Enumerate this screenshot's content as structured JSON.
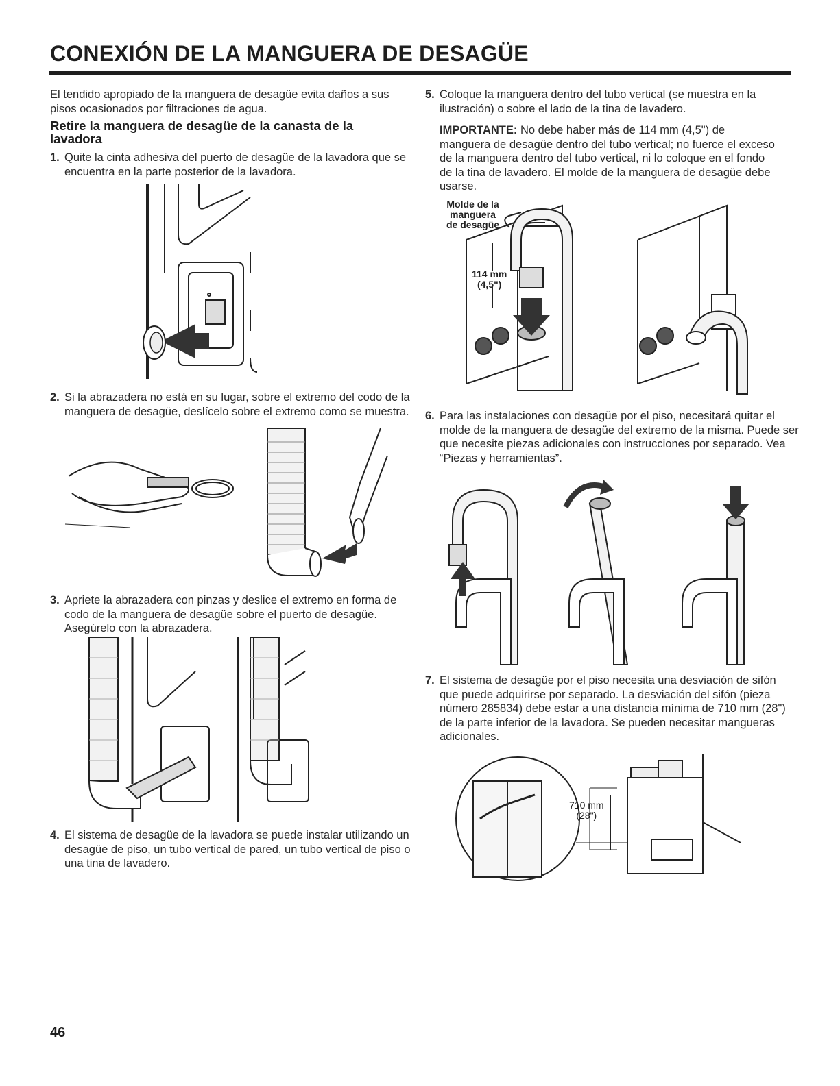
{
  "page": {
    "title": "CONEXIÓN DE LA MANGUERA DE DESAGÜE",
    "page_number": "46"
  },
  "left": {
    "intro": "El tendido apropiado de la manguera de desagüe evita daños a sus pisos ocasionados por filtraciones de agua.",
    "subheading": "Retire la manguera de desagüe de la canasta de la lavadora",
    "steps": [
      {
        "num": "1.",
        "text": "Quite la cinta adhesiva del puerto de desagüe de la lavadora que se encuentra en la parte posterior de la lavadora."
      },
      {
        "num": "2.",
        "text": "Si la abrazadera no está en su lugar, sobre el extremo del codo de la manguera de desagüe, deslícelo sobre el extremo como se muestra."
      },
      {
        "num": "3.",
        "text": "Apriete la abrazadera con pinzas y deslice el extremo en forma de codo de la manguera de desagüe sobre el puerto de desagüe. Asegúrelo con la abrazadera."
      },
      {
        "num": "4.",
        "text": "El sistema de desagüe de la lavadora se puede instalar utilizando un desagüe de piso, un tubo vertical de pared, un tubo vertical de piso o una tina de lavadero."
      }
    ]
  },
  "right": {
    "steps": [
      {
        "num": "5.",
        "text": "Coloque la manguera dentro del tubo vertical (se muestra en la ilustración) o sobre el lado de la tina de lavadero."
      },
      {
        "num": "6.",
        "text": "Para las instalaciones con desagüe por el piso, necesitará quitar el molde de la manguera de desagüe del extremo de la misma. Puede ser que necesite piezas adicionales con instrucciones por separado. Vea “Piezas y herramientas”."
      },
      {
        "num": "7.",
        "text": "El sistema de desagüe por el piso necesita una desviación de sifón que puede adquirirse por separado. La desviación del sifón (pieza número 285834) debe estar a una distancia mínima de 710 mm (28\") de la parte inferior de la lavadora. Se pueden necesitar mangueras adicionales."
      }
    ],
    "important_label": "IMPORTANTE:",
    "important_text": "No debe haber más de 114 mm (4,5\") de manguera de desagüe dentro del tubo vertical; no fuerce el exceso de la manguera dentro del tubo vertical, ni lo coloque en el fondo de la tina de lavadero. El molde de la manguera de desagüe debe usarse."
  },
  "figure_labels": {
    "form_line1": "Molde de la",
    "form_line2": "manguera",
    "form_line3": "de desagüe",
    "dim_114_mm": "114 mm",
    "dim_114_in": "(4,5\")",
    "dim_710_mm": "710 mm",
    "dim_710_in": "(28\")"
  }
}
